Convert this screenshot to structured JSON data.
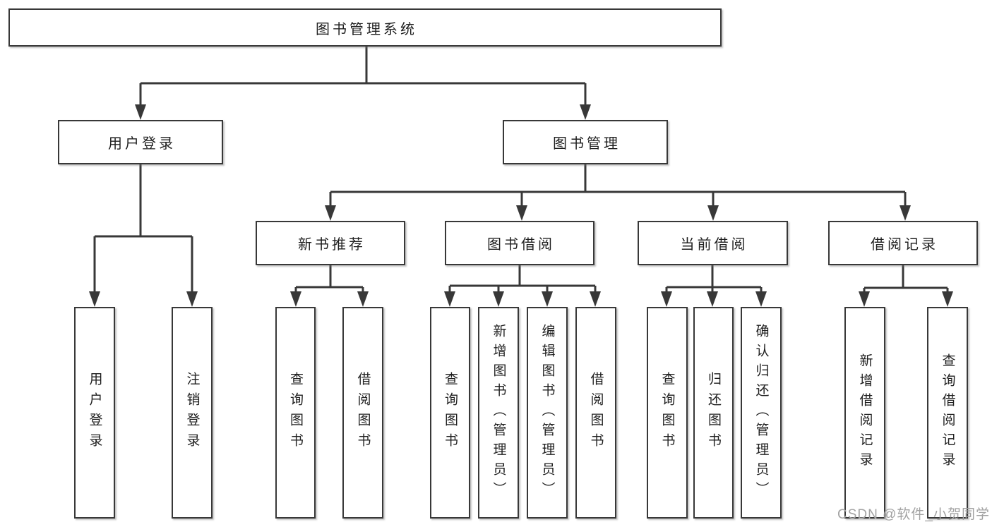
{
  "diagram": {
    "title": "图书管理系统",
    "branches": {
      "user_login": {
        "label": "用户登录",
        "children": [
          "用户登录",
          "注销登录"
        ]
      },
      "book_management": {
        "label": "图书管理",
        "sections": [
          {
            "label": "新书推荐",
            "children": [
              "查询图书",
              "借阅图书"
            ]
          },
          {
            "label": "图书借阅",
            "children": [
              "查询图书",
              "新增图书（管理员）",
              "编辑图书（管理员）",
              "借阅图书"
            ]
          },
          {
            "label": "当前借阅",
            "children": [
              "查询图书",
              "归还图书",
              "确认归还（管理员）"
            ]
          },
          {
            "label": "借阅记录",
            "children": [
              "新增借阅记录",
              "查询借阅记录"
            ]
          }
        ]
      }
    }
  },
  "watermark": "CSDN @软件_小贺同学",
  "colors": {
    "line": "#383838",
    "text": "#1f1f1f",
    "watermark": "#a2a2a2",
    "background": "#ffffff"
  }
}
